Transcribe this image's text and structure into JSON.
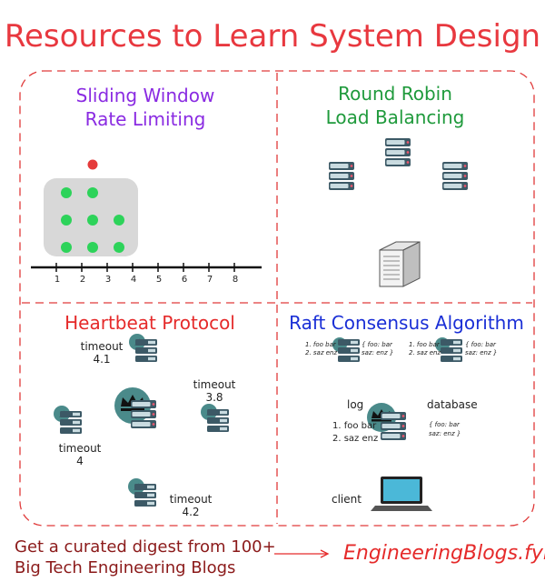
{
  "title": "Resources to Learn System Design",
  "panels": {
    "sliding_window": {
      "title_line1": "Sliding Window",
      "title_line2": "Rate Limiting",
      "ticks": [
        "1",
        "2",
        "3",
        "4",
        "5",
        "6",
        "7",
        "8"
      ]
    },
    "round_robin": {
      "title_line1": "Round Robin",
      "title_line2": "Load Balancing"
    },
    "heartbeat": {
      "title": "Heartbeat Protocol",
      "timeouts": [
        {
          "label": "timeout",
          "value": "4.1"
        },
        {
          "label": "timeout",
          "value": "3.8"
        },
        {
          "label": "timeout",
          "value": "4"
        },
        {
          "label": "timeout",
          "value": "4.2"
        }
      ]
    },
    "raft": {
      "title": "Raft Consensus Algorithm",
      "log_label": "log",
      "database_label": "database",
      "client_label": "client",
      "log_entries": [
        "1. foo bar",
        "2. saz enz"
      ],
      "db_entries": [
        "{ foo: bar",
        "saz: enz }"
      ],
      "follower_log": [
        "1. foo bar",
        "2. saz enz"
      ],
      "follower_db": [
        "{ foo: bar",
        "saz: enz }"
      ]
    }
  },
  "footer": {
    "line1": "Get a curated digest from 100+",
    "line2": "Big Tech Engineering Blogs",
    "link": "EngineeringBlogs.fyi"
  },
  "colors": {
    "title": "#e8383f",
    "border": "#e03a3a",
    "server": "#3c5966",
    "leader": "#4a8a8a",
    "dot_green": "#2dd35a",
    "dot_red": "#e53b3b"
  }
}
